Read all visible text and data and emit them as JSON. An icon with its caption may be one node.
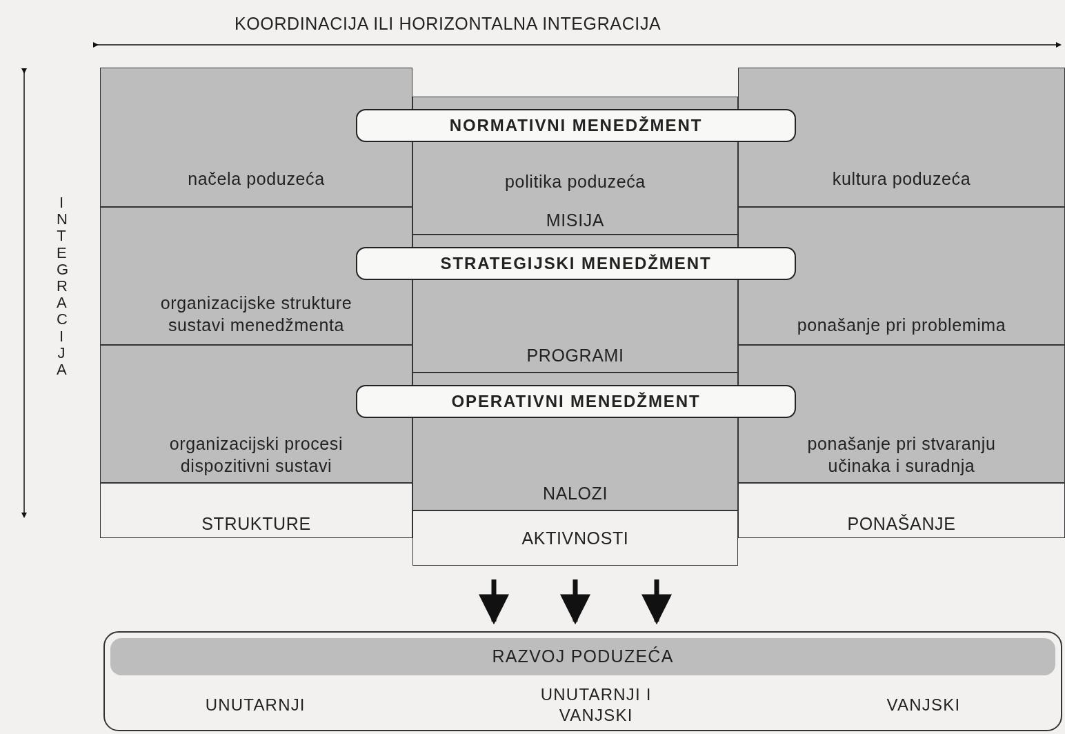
{
  "diagram": {
    "nodes": [
      {
        "text": [
          "načela poduzeća"
        ]
      },
      {
        "text": [
          "organizacijske strukture sustavi menedžmenta"
        ]
      },
      {
        "text": [
          "organizacijski procesi dispozitivni sustavi"
        ]
      },
      {
        "text": [
          "STRUKTURE"
        ]
      },
      {
        "text": [
          "politika poduzeća",
          "MISIJA"
        ]
      },
      {
        "text": [
          "PROGRAMI"
        ]
      },
      {
        "text": [
          "NALOZI"
        ]
      },
      {
        "text": [
          "AKTIVNOSTI"
        ]
      },
      {
        "text": [
          "NORMATIVNI MENEDŽMENT"
        ]
      },
      {
        "text": [
          "STRATEGIJSKI MENEDŽMENT"
        ]
      },
      {
        "text": [
          "OPERATIVNI MENEDŽMENT"
        ]
      },
      {
        "text": [
          "kultura poduzeća"
        ]
      },
      {
        "text": [
          "ponašanje pri problemima"
        ]
      },
      {
        "text": [
          "ponašanje pri stvaranju učinaka i suradnja"
        ]
      },
      {
        "text": [
          "PONAŠANJE"
        ]
      },
      {
        "text": [
          "UNUTARNJI",
          "UNUTARNJI I VANJSKI",
          "VANJSKI"
        ]
      },
      {
        "text": [
          "RAZVOJ PODUZEĆA"
        ],
        "in": 15
      }
    ],
    "edges": [
      {
        "from": 7,
        "to": 15,
        "arrow": "to"
      },
      {
        "from": 7,
        "to": 15,
        "arrow": "to"
      },
      {
        "from": 7,
        "to": 15,
        "arrow": "to"
      }
    ],
    "labels": [
      "KOORDINACIJA ILI HORIZONTALNA INTEGRACIJA",
      "INTEGRACIJA"
    ]
  }
}
